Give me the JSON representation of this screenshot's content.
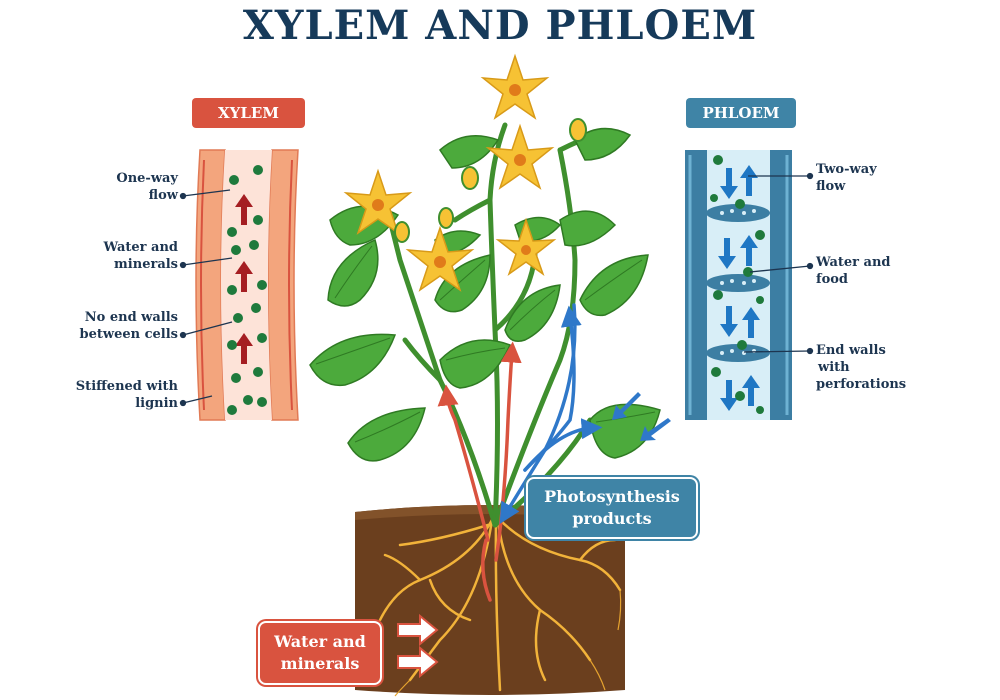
{
  "title": "XYLEM AND PHLOEM",
  "xylem": {
    "badge": "XYLEM",
    "labels": {
      "one_way": [
        "One-way",
        "flow"
      ],
      "water_minerals": [
        "Water and",
        "minerals"
      ],
      "no_end_walls": [
        "No end walls",
        "between cells"
      ],
      "stiffened": [
        "Stiffened with",
        "lignin"
      ]
    }
  },
  "phloem": {
    "badge": "PHLOEM",
    "labels": {
      "two_way": [
        "Two-way",
        "flow"
      ],
      "water_food": [
        "Water and",
        "food"
      ],
      "end_walls": [
        "End walls",
        "with",
        "perforations"
      ]
    }
  },
  "callouts": {
    "photosynthesis": [
      "Photosynthesis",
      "products"
    ],
    "water_minerals": [
      "Water and",
      "minerals"
    ]
  },
  "colors": {
    "title": "#163a5a",
    "xylem_badge": "#d9533f",
    "xylem_wall": "#f3a57d",
    "xylem_inner": "#fde3d8",
    "xylem_arrow": "#a51e22",
    "phloem_badge": "#3f84a6",
    "phloem_wall": "#3c7ea3",
    "phloem_inner": "#d8eef7",
    "phloem_arrow": "#1f77c4",
    "soil": "#6b3f1e",
    "leaf": "#4caa3c",
    "flower": "#f6c234",
    "dot": "#1f7a3c"
  }
}
